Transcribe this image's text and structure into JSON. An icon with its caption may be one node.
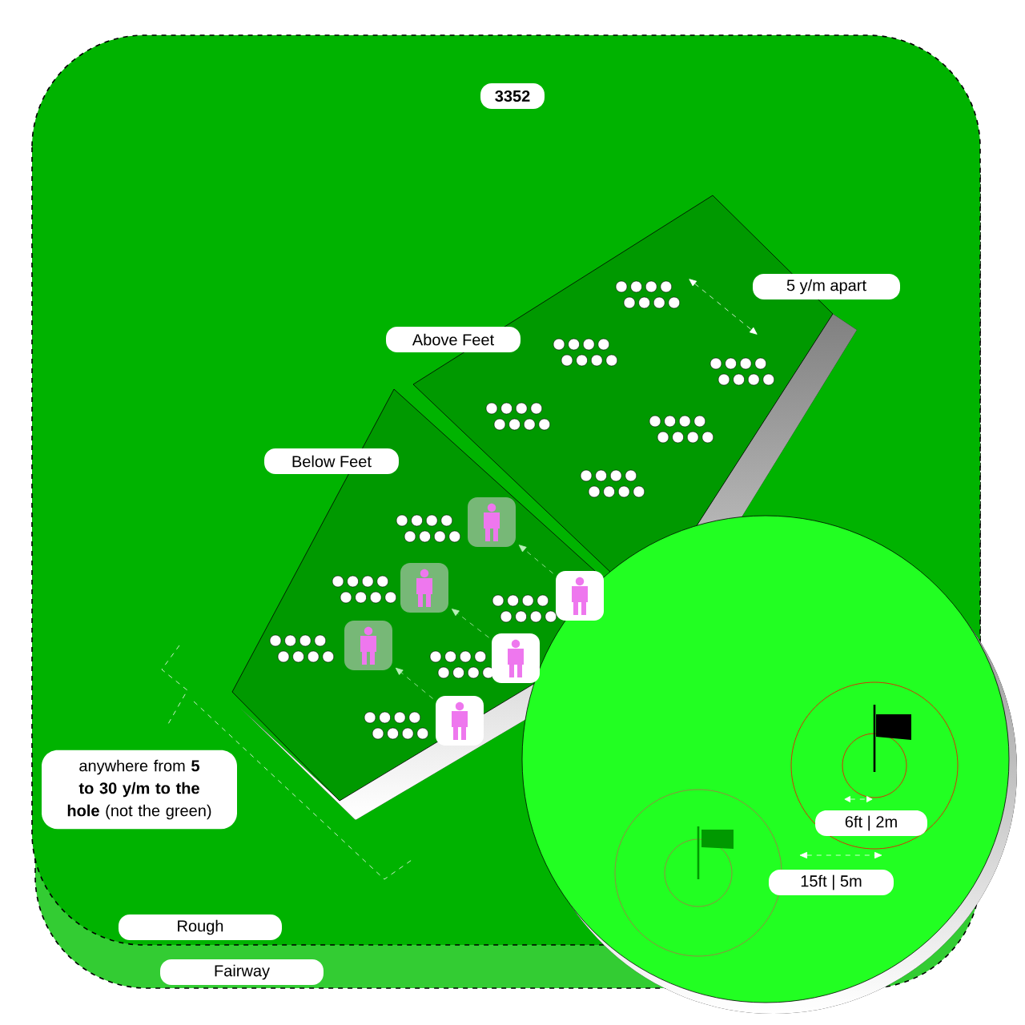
{
  "diagram": {
    "nodes": [
      {
        "text": [],
        "shape": "person"
      },
      {
        "text": [],
        "shape": "person"
      },
      {
        "text": [],
        "shape": "person"
      },
      {
        "text": [],
        "shape": "person"
      },
      {
        "text": [],
        "shape": "person"
      },
      {
        "text": [],
        "shape": "person"
      }
    ],
    "edges": [
      {
        "from": 2,
        "to": 0,
        "arrow": "to",
        "style": "dashed"
      },
      {
        "from": 4,
        "to": 1,
        "arrow": "to",
        "style": "dashed"
      },
      {
        "from": 5,
        "to": 3,
        "arrow": "to",
        "style": "dashed"
      }
    ],
    "labels": [
      "3352",
      "5 y/m apart",
      "Above Feet",
      "Below Feet",
      "anywhere from **5 to 30 y/m to the hole** (not the green)",
      "6ft | 2m",
      "15ft | 5m",
      "Rough",
      "Fairway"
    ]
  }
}
